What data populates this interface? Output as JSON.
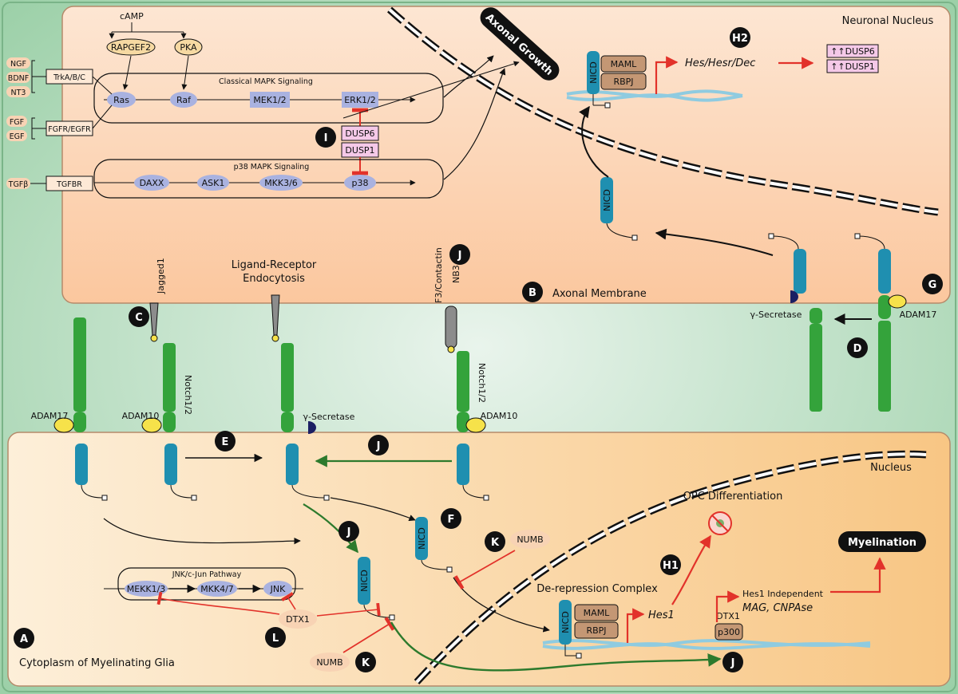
{
  "regions": {
    "neuronal_nucleus": "Neuronal Nucleus",
    "axonal_membrane": "Axonal Membrane",
    "nucleus": "Nucleus",
    "cytoplasm": "Cytoplasm of Myelinating Glia"
  },
  "labels": {
    "camp": "cAMP",
    "rapgef2": "RAPGEF2",
    "pka": "PKA",
    "classical_mapk": "Classical MAPK Signaling",
    "p38_mapk": "p38 MAPK Signaling",
    "jnk_pathway": "JNK/c-Jun Pathway",
    "axonal_growth": "Axonal Growth",
    "ligand_receptor": "Ligand-Receptor",
    "endocytosis": "Endocytosis",
    "jagged1": "Jagged1",
    "f3_contactin": "F3/Contactin",
    "nb3": "NB3",
    "notch_left": "Notch1/2",
    "notch_right": "Notch1/2",
    "gamma_secretase_top": "γ-Secretase",
    "gamma_secretase_bottom": "γ-Secretase",
    "adam17_top": "ADAM17",
    "adam17_left": "ADAM17",
    "adam10_left": "ADAM10",
    "adam10_right": "ADAM10",
    "hes_hesr_dec": "Hes/Hesr/Dec",
    "dusp6_up": "↑↑DUSP6",
    "dusp1_up": "↑↑DUSP1",
    "opc_differentiation": "OPC Differentiation",
    "myelination": "Myelination",
    "derepression": "De-repression Complex",
    "hes1": "Hes1",
    "hes1_independent": "Hes1 Independent",
    "mag_cnpase": "MAG, CNPAse",
    "dtx1_bottom": "DTX1",
    "dtx1_label": "DTX1",
    "p300": "p300",
    "numb1": "NUMB",
    "numb2": "NUMB",
    "maml": "MAML",
    "rbpj": "RBPJ",
    "nicd": "NICD"
  },
  "receptors": {
    "ngf": "NGF",
    "bdnf": "BDNF",
    "nt3": "NT3",
    "trk": "TrkA/B/C",
    "fgf": "FGF",
    "egf": "EGF",
    "fgfr": "FGFR/EGFR",
    "tgfb": "TGFβ",
    "tgfbr": "TGFBR"
  },
  "kinases": {
    "ras": "Ras",
    "raf": "Raf",
    "mek12": "MEK1/2",
    "erk12": "ERK1/2",
    "dusp6": "DUSP6",
    "dusp1": "DUSP1",
    "daxx": "DAXX",
    "ask1": "ASK1",
    "mkk36": "MKK3/6",
    "p38": "p38",
    "mekk13": "MEKK1/3",
    "mkk47": "MKK4/7",
    "jnk": "JNK"
  },
  "badges": {
    "a": "A",
    "b": "B",
    "c": "C",
    "d": "D",
    "e": "E",
    "f": "F",
    "g": "G",
    "h1": "H1",
    "h2": "H2",
    "i": "I",
    "j1": "J",
    "j2": "J",
    "j3": "J",
    "j4": "J",
    "k1": "K",
    "k2": "K",
    "l": "L"
  },
  "colors": {
    "neuron_fill": "#fbd2b4",
    "glia_fill": "#fbe0b5",
    "background_green": "#a9d6b2",
    "notch_green": "#34a33b",
    "nicd_blue": "#1f8fb0",
    "kinase_blue": "#a9b2e0",
    "inhibition_red": "#e2322a",
    "activation_green": "#2d7a2d",
    "maml_brown": "#c49774",
    "dna_blue": "#8fcbe0"
  }
}
